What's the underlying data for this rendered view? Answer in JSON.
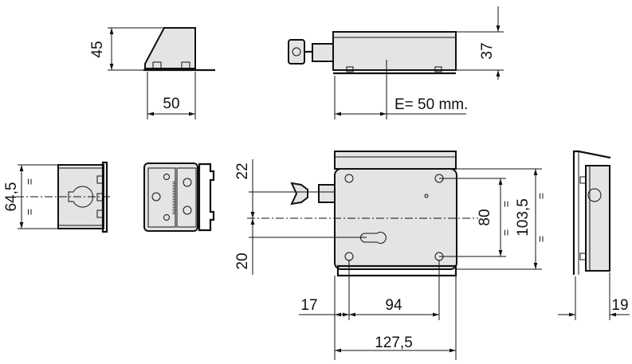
{
  "dimensions": {
    "top_height": "45",
    "top_width": "50",
    "top_side_height": "37",
    "entry": "E= 50 mm.",
    "side_height": "64,5",
    "upper_offset": "22",
    "lower_offset": "20",
    "screw_spacing_vertical": "80",
    "plate_height": "103,5",
    "left_offset": "17",
    "screw_spacing_horizontal": "94",
    "total_width": "127,5",
    "depth": "19",
    "equal_mark": "="
  }
}
